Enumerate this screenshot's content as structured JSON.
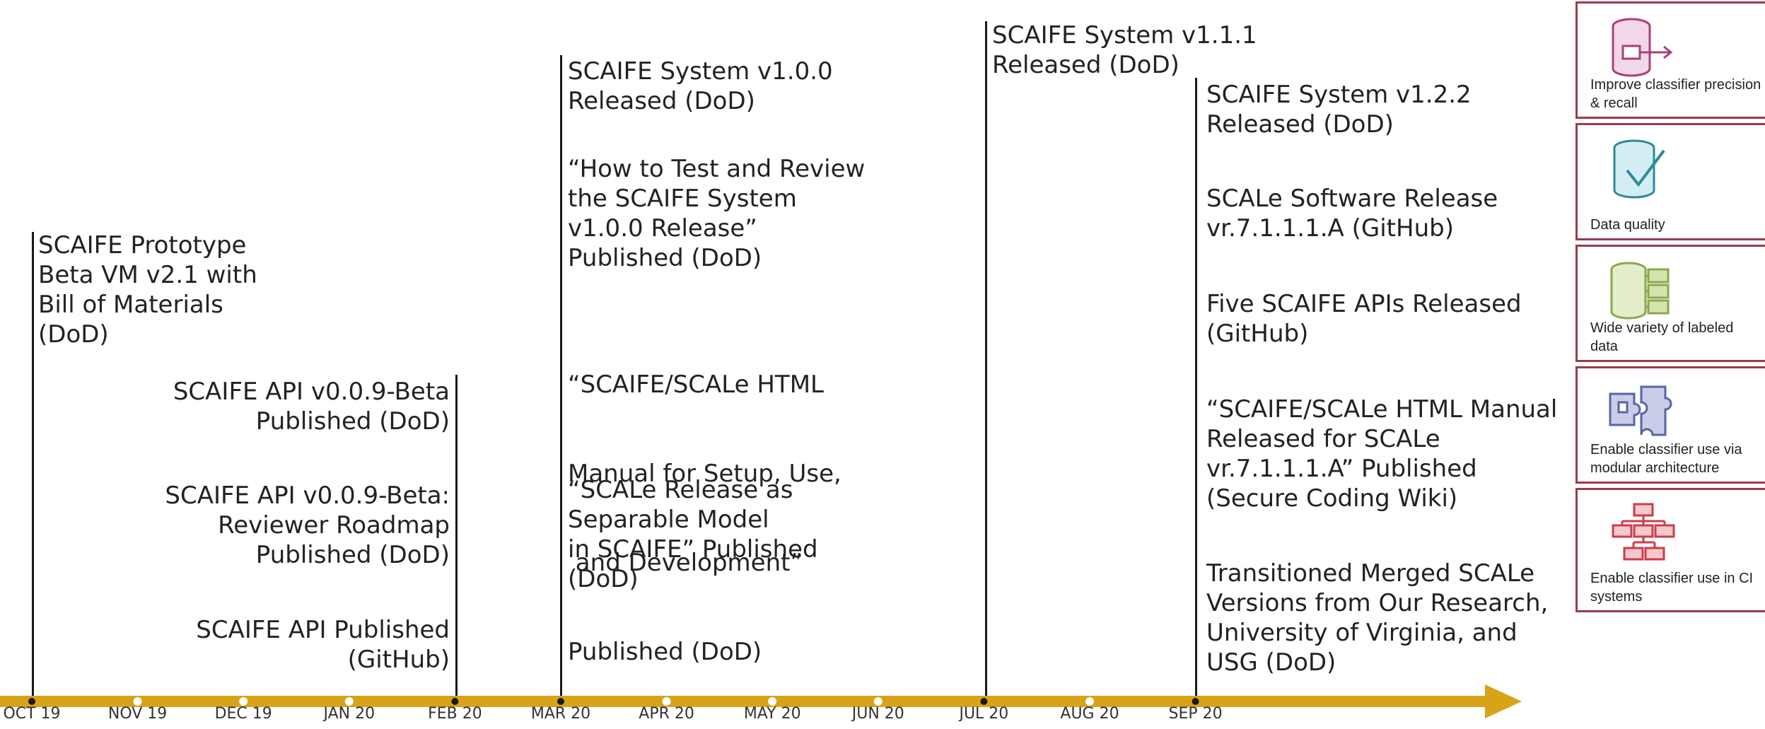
{
  "events": [
    {
      "id": "oct19",
      "lines": [
        "SCAIFE Prototype",
        "Beta VM v2.1 with",
        "Bill of Materials",
        "(DoD)"
      ]
    },
    {
      "id": "feb20-1",
      "lines": [
        "SCAIFE API v0.0.9-Beta",
        "Published (DoD)"
      ]
    },
    {
      "id": "feb20-2",
      "lines": [
        "SCAIFE API v0.0.9-Beta:",
        "Reviewer Roadmap",
        "Published (DoD)"
      ]
    },
    {
      "id": "feb20-3",
      "lines": [
        "SCAIFE API Published",
        "(GitHub)"
      ]
    },
    {
      "id": "mar20-1",
      "lines": [
        "SCAIFE System v1.0.0",
        "Released (DoD)"
      ]
    },
    {
      "id": "mar20-2",
      "lines": [
        "“How to Test and Review",
        "the SCAIFE System",
        "v1.0.0 Release”",
        "Published (DoD)"
      ]
    },
    {
      "id": "mar20-3",
      "lines": [
        "“SCAIFE/SCALe HTML",
        "Manual for Setup, Use,",
        " and Development”",
        "Published (DoD)"
      ]
    },
    {
      "id": "mar20-4",
      "lines": [
        "“SCALe Release as",
        "Separable Model",
        "in SCAIFE” Published",
        "(DoD)"
      ]
    },
    {
      "id": "jul20-1",
      "lines": [
        "SCAIFE System v1.1.1",
        "Released (DoD)"
      ]
    },
    {
      "id": "sep20-1",
      "lines": [
        "SCAIFE System v1.2.2",
        "Released (DoD)"
      ]
    },
    {
      "id": "sep20-2",
      "lines": [
        "SCALe Software Release",
        "vr.7.1.1.1.A (GitHub)"
      ]
    },
    {
      "id": "sep20-3",
      "lines": [
        "Five SCAIFE APIs Released",
        "(GitHub)"
      ]
    },
    {
      "id": "sep20-4",
      "lines": [
        "“SCAIFE/SCALe HTML Manual",
        "Released for SCALe",
        "vr.7.1.1.1.A” Published",
        "(Secure Coding Wiki)"
      ]
    },
    {
      "id": "sep20-5",
      "lines": [
        "Transitioned Merged SCALe",
        "Versions from Our Research,",
        "University of Virginia, and",
        "USG (DoD)"
      ]
    }
  ],
  "timeline": {
    "months": [
      "OCT 19",
      "NOV 19",
      "DEC 19",
      "JAN  20",
      "FEB  20",
      "MAR  20",
      "APR  20",
      "MAY  20",
      "JUN  20",
      "JUL  20",
      "AUG 20",
      "SEP  20"
    ],
    "milestone_months": [
      "OCT 19",
      "FEB  20",
      "MAR  20",
      "JUL  20",
      "SEP  20"
    ],
    "arrow_color": "#d6a319"
  },
  "legend": [
    {
      "icon": "database-export-icon",
      "label": "Improve classifier precision & recall",
      "color": "#a8407a"
    },
    {
      "icon": "database-check-icon",
      "label": "Data quality",
      "color": "#2e8a9a"
    },
    {
      "icon": "database-table-icon",
      "label": "Wide variety of labeled data",
      "color": "#8aa84a"
    },
    {
      "icon": "puzzle-pieces-icon",
      "label": "Enable classifier use via modular architecture",
      "color": "#5b64a8"
    },
    {
      "icon": "hierarchy-network-icon",
      "label": "Enable classifier use in CI systems",
      "color": "#cc3d4a"
    }
  ]
}
